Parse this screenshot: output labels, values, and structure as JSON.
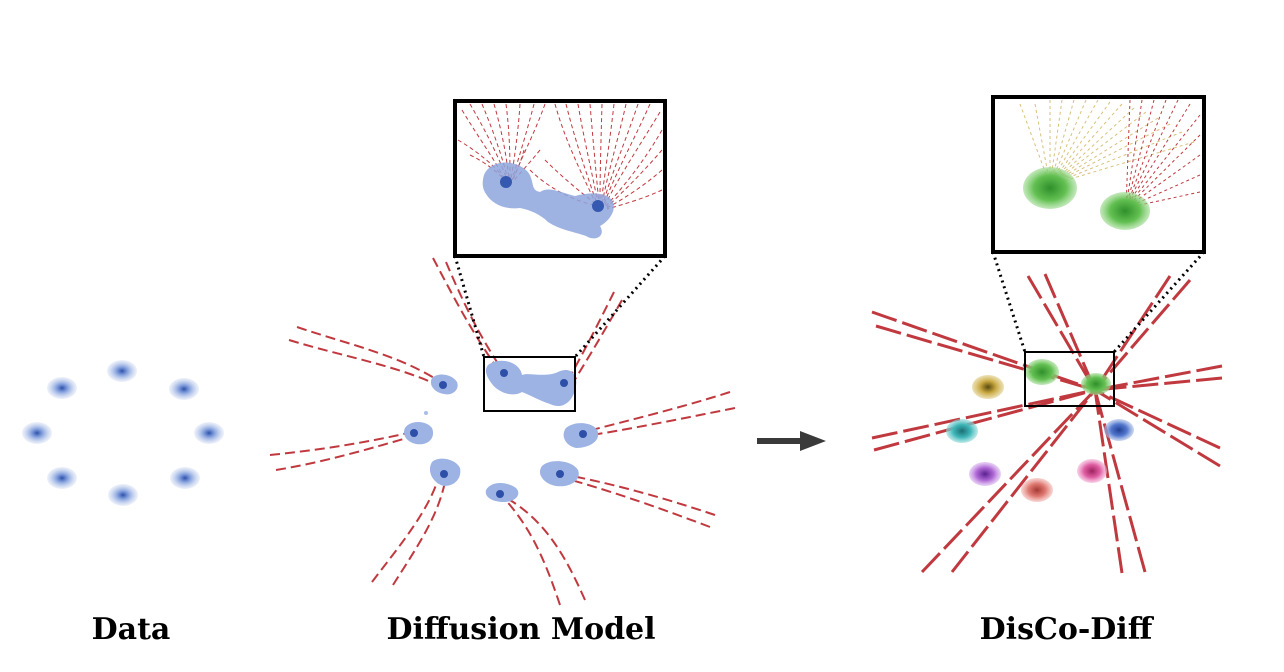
{
  "panels": {
    "data": {
      "label": "Data"
    },
    "diffusion": {
      "label": "Diffusion Model"
    },
    "disco": {
      "label": "DisCo-Diff"
    }
  },
  "colors": {
    "mode_blue": "#4f74c9",
    "mode_fill_blue": "#a9bde6",
    "trajectory_red": "#c0393f",
    "zoom_trajectory_tan": "#d8c07a",
    "arrow_gray": "#3a3a3a",
    "frame_black": "#000000",
    "disco_modes": [
      "#6fc25a",
      "#c9a840",
      "#3fb7b9",
      "#b06ad6",
      "#e07b74",
      "#e05fa4",
      "#4f74c9",
      "#5cc86a"
    ]
  },
  "icons": {
    "transition_arrow": "right-arrow-icon"
  }
}
